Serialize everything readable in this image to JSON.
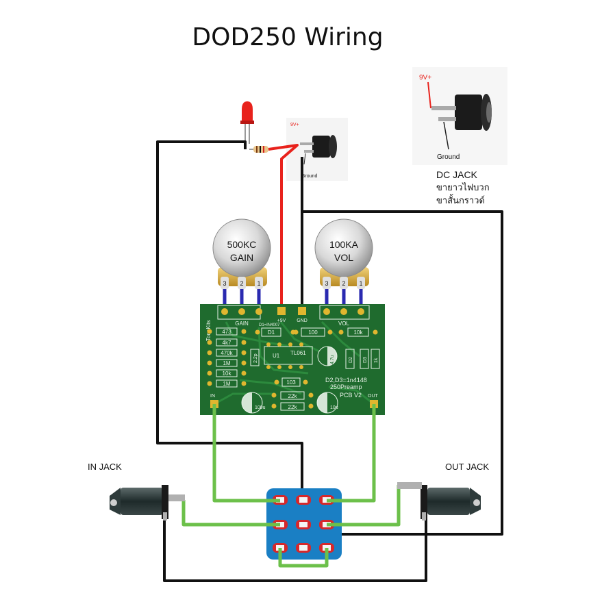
{
  "title": "DOD250  Wiring",
  "colors": {
    "wire_black": "#111111",
    "wire_red": "#e8221c",
    "wire_green": "#6cc04a",
    "pcb": "#1f6b2e",
    "switch": "#1a7fc4",
    "lug": "#d6282b",
    "pad": "#e0b62f",
    "pot_shaft": "#2a2ab0"
  },
  "dc_jack_photo": {
    "label_9v": "9V+",
    "label_ground": "Ground"
  },
  "dc_jack_small": {
    "label_9v": "9V+",
    "label_ground": "Ground"
  },
  "dc_jack_text": {
    "line1": "DC JACK",
    "line2": "ขายาวไฟบวก",
    "line3": "ขาสั้นกราวด์"
  },
  "pots": {
    "gain": {
      "line1": "500KC",
      "line2": "GAIN",
      "pins": [
        "3",
        "2",
        "1"
      ]
    },
    "vol": {
      "line1": "100KA",
      "line2": "VOL",
      "pins": [
        "3",
        "2",
        "1"
      ]
    }
  },
  "pcb": {
    "brand": "ToneKits",
    "gain_label": "GAIN",
    "vol_label": "VOL",
    "plus9v": "+9V",
    "gnd": "GND",
    "in_label": "IN",
    "out_label": "OUT",
    "d1_note": "D1=IN4007",
    "d1": "D1",
    "r100": "100",
    "r10k_top": "10k",
    "r473": "473",
    "r4k7": "4k7",
    "r470k": "470k",
    "r1m_a": "1M",
    "r10k": "10k",
    "r1m_b": "1M",
    "c2p2": "2.2p",
    "u1": "U1",
    "tl061": "TL061",
    "c47u": "4.7u",
    "d2": "D2",
    "d3": "D3",
    "r1k": "1k",
    "c103": "103",
    "d2d3_note": "D2,D3=1n4148",
    "model": "250Preamp",
    "version": "PCB V2",
    "r22k_a": "22k",
    "r22k_b": "22k",
    "c100u": "100u",
    "c10u": "10u"
  },
  "in_jack_label": "IN JACK",
  "out_jack_label": "OUT JACK"
}
